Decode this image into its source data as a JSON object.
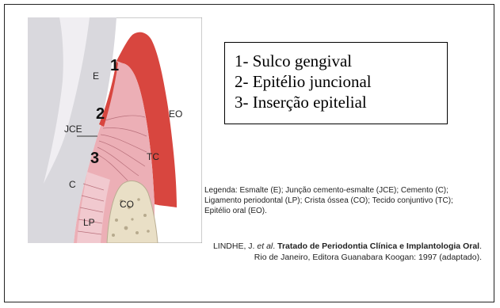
{
  "figure": {
    "labels": {
      "E": "E",
      "JCE": "JCE",
      "C": "C",
      "LP": "LP",
      "CO": "CO",
      "TC": "TC",
      "EO": "EO"
    },
    "markers": [
      "1",
      "2",
      "3"
    ],
    "colors": {
      "tooth": "#d9d8dd",
      "enamel_band": "#f0eef2",
      "epithelium": "#d8463f",
      "connective": "#ecafb6",
      "ligament": "#f1c9cf",
      "bone": "#e9dfc6"
    }
  },
  "legend_box": {
    "items": [
      "1-  Sulco gengival",
      "2-  Epitélio juncional",
      "3-  Inserção epitelial"
    ]
  },
  "caption": "Legenda: Esmalte (E); Junção cemento-esmalte (JCE); Cemento (C); Ligamento periodontal (LP); Crista óssea (CO); Tecido conjuntivo (TC); Epitélio oral (EO).",
  "reference": {
    "author": "LINDHE, J. ",
    "etal": "et al",
    "dot": ". ",
    "title": "Tratado de Periodontia Clínica e Implantologia Oral",
    "dot2": ".",
    "line2": "Rio de Janeiro, Editora Guanabara Koogan: 1997 (adaptado)."
  }
}
